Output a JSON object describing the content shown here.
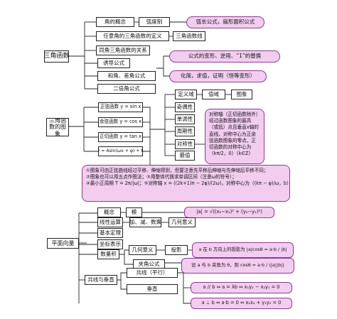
{
  "trig": {
    "root": "三角函数",
    "angle_concept": "角的概念",
    "radian": "弧度制",
    "arc_formula": "弧长公式，扇形面积公式",
    "any_angle_def": "任意角的三角函数的定义",
    "trig_line": "三角函数线",
    "same_angle_rel": "同角三角函数的关系",
    "induction": "诱导公式",
    "formula_transform": "公式的变形、逆用、“1”的替换",
    "sum_diff": "和角、差角公式",
    "simplify": "化简，求值，证明（恒等变形）",
    "double_angle": "二倍角公式"
  },
  "graphs": {
    "root": "三角函数的图象",
    "sin_graph": "正弦函数 y = sin x",
    "cos_graph": "余弦函数 y = cos x",
    "tan_graph": "正切函数 y = tan x",
    "general_graph": "y = Asin(ωx + φ) + b",
    "domain": "定义域",
    "range": "值域",
    "image": "图象",
    "parity": "奇偶性",
    "monotonic": "单调性",
    "periodic": "周期性",
    "symmetry": "对称性",
    "extremum": "最值",
    "symmetry_note": "对称轴（正切函数除外）经过函数图象的最高（或低）点且垂直x轴的直线，对称中心为正余弦函数图象的零点，正切函数的对称中心为（kπ/2，0）（k∈Z）",
    "transform_lines": [
      "①图象可由正弦曲线经过平移、伸缩得到，但要注意先平移后伸缩与先伸缩后平移不同；",
      "②图象也可以用五点作图法；③用整体代换求单调区间（注意ω的符号）；",
      "④最小正周期 T = 2π/|ω|；⑤对称轴 x = ((2k+1)π − 2φ)/(2ω)，对称中心为（(kπ − φ)/ω，b）（k∈Z）；"
    ]
  },
  "vectors": {
    "root": "平面向量",
    "concept": "概念",
    "magnitude": "模",
    "linear_ops": "线性运算",
    "ops_list": "加、减、数乘",
    "geo_meaning": "几何意义",
    "basic_theorem": "基本定理",
    "coords": "坐标表示",
    "dot_product": "数量积",
    "geo_meaning2": "几何意义",
    "projection": "投影",
    "angle_formula": "夹角公式",
    "collinear_perp": "共线与垂直",
    "collinear": "共线（平行）",
    "perpendicular": "垂直",
    "magnitude_formula": "|a| = √((x₂−x₁)² + (y₂−y₁)²)",
    "projection_formula": "a 在 b 方向上的投影为 |a|cosθ = a·b / |b|",
    "angle_cos_formula": "设 a 与 b 夹角为 θ，则 cosθ = a·b / (|a||b|)",
    "parallel_formula": "a // b ⇔ a = λb ⇔ x₁y₂ − x₂y₁ = 0",
    "perp_formula": "a ⊥ b ⇔ a·b = 0 ⇔ x₁x₂ + y₁y₂ = 0"
  }
}
